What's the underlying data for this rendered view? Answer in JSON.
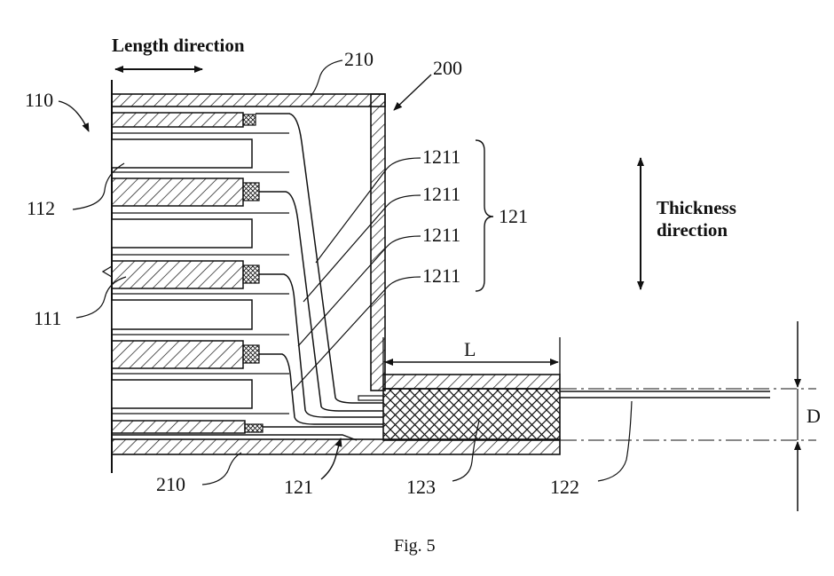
{
  "figure": {
    "caption": "Fig. 5",
    "directions": {
      "length": "Length direction",
      "thickness_line1": "Thickness",
      "thickness_line2": "direction"
    },
    "labels": {
      "housing_top": "210",
      "housing_bottom": "210",
      "housing": "200",
      "electrode_assembly": "110",
      "separator": "112",
      "electrode_sheet": "111",
      "tab_1": "1211",
      "tab_2": "1211",
      "tab_3": "1211",
      "tab_4": "1211",
      "tab_group_brace": "121",
      "tab_group_bottom": "121",
      "weld_zone": "123",
      "adapter": "122",
      "length_L": "L",
      "thickness_D": "D"
    }
  }
}
